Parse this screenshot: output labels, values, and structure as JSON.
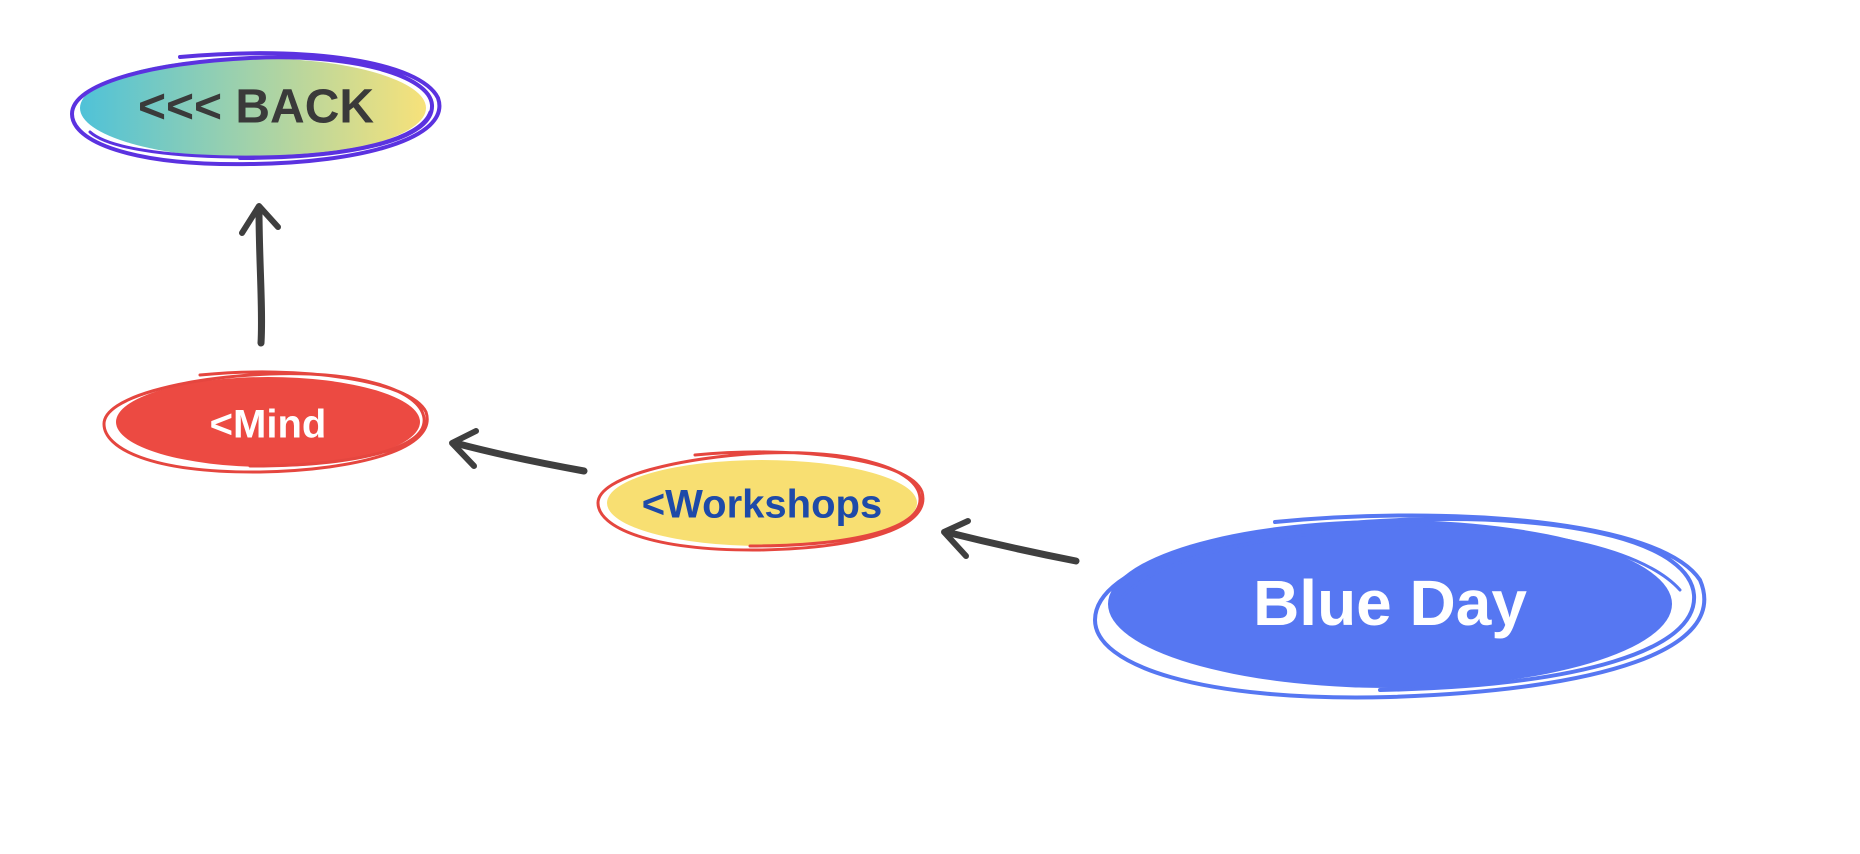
{
  "colors": {
    "background": "#ffffff",
    "arrow": "#3f3f3f",
    "back_outline": "#5b32e0",
    "back_gradient_start": "#4fc2d8",
    "back_gradient_end": "#f7e27a",
    "back_text": "#3a3a3a",
    "mind_fill": "#ec4a42",
    "mind_outline": "#e5463f",
    "mind_text": "#ffffff",
    "workshops_fill": "#f8df72",
    "workshops_outline": "#e5463f",
    "workshops_text": "#1e4aa8",
    "blueday_fill": "#5677f2",
    "blueday_outline": "#5677f2",
    "blueday_text": "#ffffff"
  },
  "nodes": {
    "back": {
      "label": "<<< BACK"
    },
    "mind": {
      "label": "<Mind"
    },
    "workshops": {
      "label": "<Workshops"
    },
    "blue_day": {
      "label": "Blue Day"
    }
  },
  "edges": [
    {
      "from": "mind",
      "to": "back"
    },
    {
      "from": "workshops",
      "to": "mind"
    },
    {
      "from": "blue_day",
      "to": "workshops"
    }
  ]
}
